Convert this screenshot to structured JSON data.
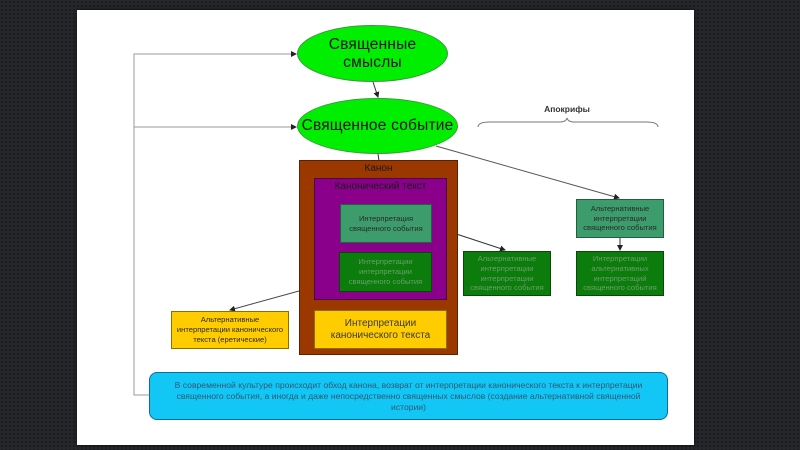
{
  "diagram": {
    "nodes": {
      "sacred_meanings": "Священные смыслы",
      "sacred_event": "Священное событие",
      "canon": "Канон",
      "canonical_text": "Канонический текст",
      "interp_sacred_event": "Интерпретация священного события",
      "interp_of_interp": "Интерпретации интерпретации священного события",
      "interp_canonical_text": "Интерпретации канонического текста",
      "alt_interp_canonical_heretic": "Альтернативные интерпретации канонического текста (еретические)",
      "alt_interp_of_interp": "Альтернативные интерпретации интерпретации священного события",
      "alt_interp_sacred_event": "Альтернативные интерпретации священного события",
      "interp_of_alt_interp": "Интерпретации альтернативных интерпретаций священного события",
      "apocrypha": "Апокрифы",
      "summary": "В современной культуре происходит обход канона, возврат от интерпретации канонического текста к интерпретации священного события, а иногда и даже непосредственно священных смыслов (создание альтернативной священной истории)"
    },
    "colors": {
      "ellipse": "#00ee00",
      "canon": "#9b3800",
      "canonical_text": "#8a008a",
      "teal_box": "#3c9c6c",
      "dark_green_box": "#0c7c0c",
      "yellow_box": "#ffcc00",
      "summary_box": "#12c6f6"
    },
    "edges": [
      {
        "from": "sacred_meanings",
        "to": "sacred_event"
      },
      {
        "from": "sacred_event",
        "to": "interp_sacred_event"
      },
      {
        "from": "sacred_event",
        "to": "alt_interp_sacred_event"
      },
      {
        "from": "interp_sacred_event",
        "to": "interp_of_interp"
      },
      {
        "from": "interp_sacred_event",
        "to": "alt_interp_of_interp"
      },
      {
        "from": "interp_of_interp",
        "to": "interp_canonical_text"
      },
      {
        "from": "interp_of_interp",
        "to": "alt_interp_canonical_heretic"
      },
      {
        "from": "alt_interp_sacred_event",
        "to": "interp_of_alt_interp"
      },
      {
        "from": "summary",
        "to": "sacred_meanings"
      },
      {
        "from": "summary",
        "to": "sacred_event"
      }
    ]
  }
}
